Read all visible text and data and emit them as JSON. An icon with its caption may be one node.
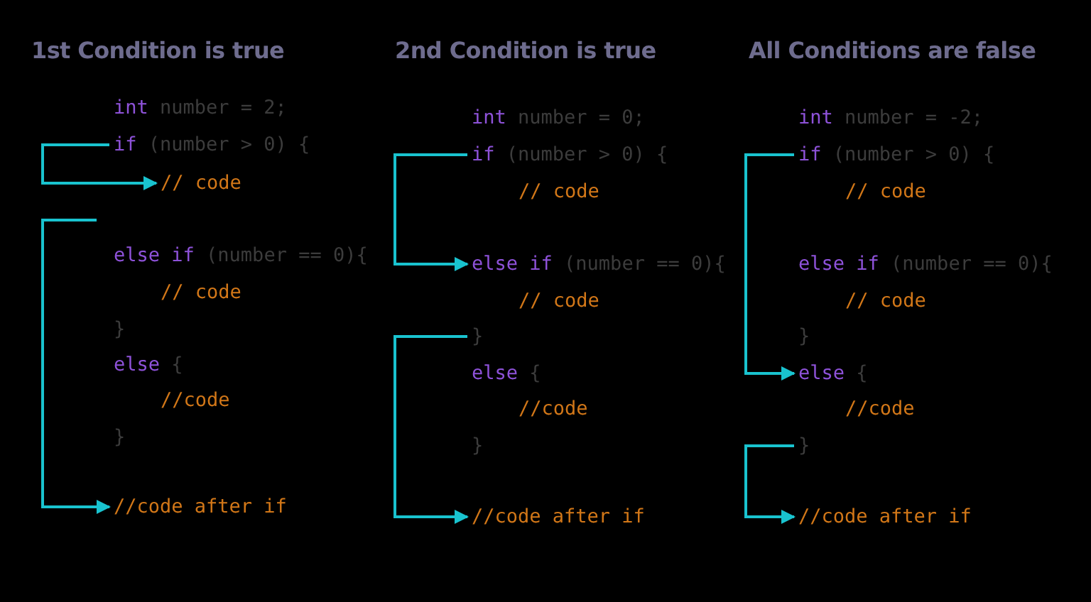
{
  "diagram": {
    "nodes": [
      {
        "text": [
          "1st Condition is true"
        ]
      },
      {
        "text": [
          "int number = 2;"
        ],
        "in": 0
      },
      {
        "text": [
          "if (number > 0) {"
        ],
        "in": 0
      },
      {
        "text": [
          "// code"
        ],
        "in": 0
      },
      {
        "text": [
          "else if (number == 0){"
        ],
        "in": 0
      },
      {
        "text": [
          "// code"
        ],
        "in": 0
      },
      {
        "text": [
          "}"
        ],
        "in": 0
      },
      {
        "text": [
          "else {"
        ],
        "in": 0
      },
      {
        "text": [
          "//code"
        ],
        "in": 0
      },
      {
        "text": [
          "}"
        ],
        "in": 0
      },
      {
        "text": [
          "//code after if"
        ],
        "in": 0
      },
      {
        "text": [
          "2nd Condition is true"
        ]
      },
      {
        "text": [
          "int number = 0;"
        ],
        "in": 11
      },
      {
        "text": [
          "if (number > 0) {"
        ],
        "in": 11
      },
      {
        "text": [
          "// code"
        ],
        "in": 11
      },
      {
        "text": [
          "else if (number == 0){"
        ],
        "in": 11
      },
      {
        "text": [
          "// code"
        ],
        "in": 11
      },
      {
        "text": [
          "}"
        ],
        "in": 11
      },
      {
        "text": [
          "else {"
        ],
        "in": 11
      },
      {
        "text": [
          "//code"
        ],
        "in": 11
      },
      {
        "text": [
          "}"
        ],
        "in": 11
      },
      {
        "text": [
          "//code after if"
        ],
        "in": 11
      },
      {
        "text": [
          "All Conditions are false"
        ]
      },
      {
        "text": [
          "int number = -2;"
        ],
        "in": 22
      },
      {
        "text": [
          "if (number > 0) {"
        ],
        "in": 22
      },
      {
        "text": [
          "// code"
        ],
        "in": 22
      },
      {
        "text": [
          "else if (number == 0){"
        ],
        "in": 22
      },
      {
        "text": [
          "// code"
        ],
        "in": 22
      },
      {
        "text": [
          "}"
        ],
        "in": 22
      },
      {
        "text": [
          "else {"
        ],
        "in": 22
      },
      {
        "text": [
          "//code"
        ],
        "in": 22
      },
      {
        "text": [
          "}"
        ],
        "in": 22
      },
      {
        "text": [
          "//code after if"
        ],
        "in": 22
      }
    ],
    "edges": [
      {
        "from": 2,
        "to": 3,
        "arrow": "to"
      },
      {
        "from": null,
        "to": 10,
        "arrow": "to"
      },
      {
        "from": 13,
        "to": 15,
        "arrow": "to"
      },
      {
        "from": 17,
        "to": 21,
        "arrow": "to"
      },
      {
        "from": 24,
        "to": 29,
        "arrow": "to"
      },
      {
        "from": 31,
        "to": 32,
        "arrow": "to"
      }
    ]
  }
}
